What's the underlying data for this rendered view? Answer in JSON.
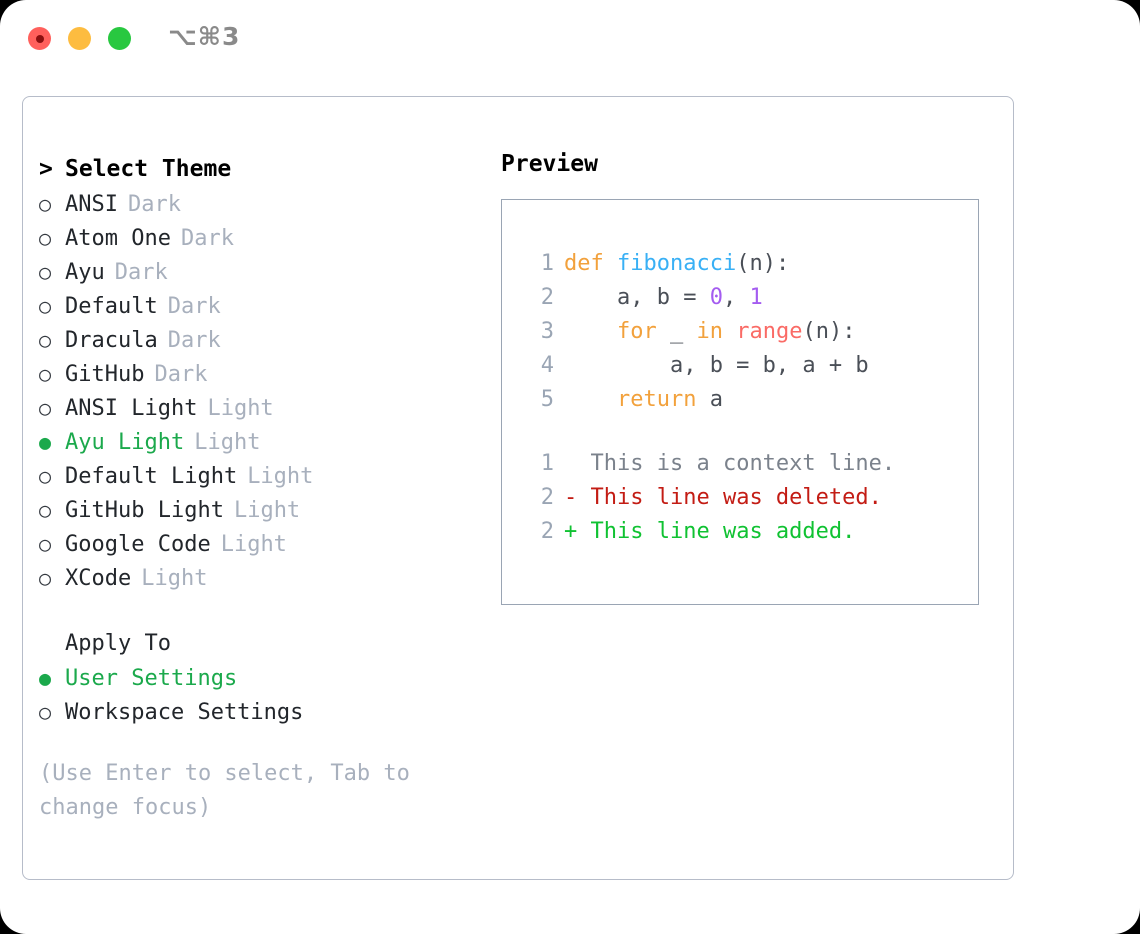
{
  "titlebar": {
    "shortcut": "⌥⌘3",
    "lights": [
      "close",
      "minimize",
      "maximize"
    ]
  },
  "theme_list": {
    "header": "Select Theme",
    "prompt": "> ",
    "bullet_unselected": "○",
    "bullet_selected": "●",
    "items": [
      {
        "name": "ANSI",
        "variant": "Dark",
        "selected": false
      },
      {
        "name": "Atom One",
        "variant": "Dark",
        "selected": false
      },
      {
        "name": "Ayu",
        "variant": "Dark",
        "selected": false
      },
      {
        "name": "Default",
        "variant": "Dark",
        "selected": false
      },
      {
        "name": "Dracula",
        "variant": "Dark",
        "selected": false
      },
      {
        "name": "GitHub",
        "variant": "Dark",
        "selected": false
      },
      {
        "name": "ANSI Light",
        "variant": "Light",
        "selected": false
      },
      {
        "name": "Ayu Light",
        "variant": "Light",
        "selected": true
      },
      {
        "name": "Default Light",
        "variant": "Light",
        "selected": false
      },
      {
        "name": "GitHub Light",
        "variant": "Light",
        "selected": false
      },
      {
        "name": "Google Code",
        "variant": "Light",
        "selected": false
      },
      {
        "name": "XCode",
        "variant": "Light",
        "selected": false
      }
    ]
  },
  "apply_to": {
    "header": "Apply To",
    "items": [
      {
        "label": "User Settings",
        "selected": true
      },
      {
        "label": "Workspace Settings",
        "selected": false
      }
    ]
  },
  "hint": "(Use Enter to select, Tab to change focus)",
  "preview": {
    "title": "Preview",
    "code_lines": [
      {
        "num": "1",
        "tokens": [
          {
            "t": "def",
            "c": "t-kw"
          },
          {
            "t": " ",
            "c": "t-txt"
          },
          {
            "t": "fibonacci",
            "c": "t-fn"
          },
          {
            "t": "(n):",
            "c": "t-txt"
          }
        ]
      },
      {
        "num": "2",
        "tokens": [
          {
            "t": "    a, b = ",
            "c": "t-txt"
          },
          {
            "t": "0",
            "c": "t-num"
          },
          {
            "t": ", ",
            "c": "t-txt"
          },
          {
            "t": "1",
            "c": "t-num"
          }
        ]
      },
      {
        "num": "3",
        "tokens": [
          {
            "t": "    ",
            "c": "t-txt"
          },
          {
            "t": "for",
            "c": "t-kw"
          },
          {
            "t": " _ ",
            "c": "t-txt"
          },
          {
            "t": "in",
            "c": "t-kw"
          },
          {
            "t": " ",
            "c": "t-txt"
          },
          {
            "t": "range",
            "c": "t-call"
          },
          {
            "t": "(n):",
            "c": "t-txt"
          }
        ]
      },
      {
        "num": "4",
        "tokens": [
          {
            "t": "        a, b = b, a + b",
            "c": "t-txt"
          }
        ]
      },
      {
        "num": "5",
        "tokens": [
          {
            "t": "    ",
            "c": "t-txt"
          },
          {
            "t": "return",
            "c": "t-kw"
          },
          {
            "t": " a",
            "c": "t-txt"
          }
        ]
      }
    ],
    "diff_lines": [
      {
        "num": "1",
        "marker": "  ",
        "text": "This is a context line.",
        "c": "t-ctx"
      },
      {
        "num": "2",
        "marker": "- ",
        "text": "This line was deleted.",
        "c": "t-del"
      },
      {
        "num": "2",
        "marker": "+ ",
        "text": "This line was added.",
        "c": "t-add"
      }
    ]
  },
  "colors": {
    "accent_green": "#1ba94c",
    "muted": "#a8b0bd",
    "border": "#b6bcc9",
    "preview_border": "#9aa5b4",
    "keyword": "#f2a13c",
    "function": "#39b0f5",
    "number": "#a45cf0",
    "call": "#fa6b66",
    "diff_deleted": "#c31c14",
    "diff_added": "#10c232"
  }
}
